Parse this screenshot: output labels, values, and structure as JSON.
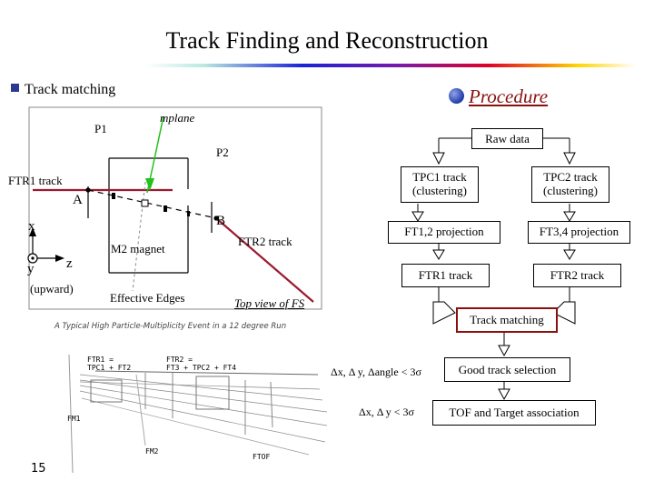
{
  "title": "Track Finding and Reconstruction",
  "section": "Track matching",
  "procedure": "Procedure",
  "diagram": {
    "p1": "P1",
    "mplane": "mplane",
    "p2": "P2",
    "ftr1": "FTR1 track",
    "a": "A",
    "b": "B",
    "x": "x",
    "y": "y",
    "z": "z",
    "upward": "(upward)",
    "magnet": "M2 magnet",
    "edges": "Effective Edges",
    "ftr2": "FTR2 track",
    "topview": "Top view of FS"
  },
  "flow": {
    "raw": "Raw data",
    "tpc1": "TPC1 track (clustering)",
    "tpc2": "TPC2 track (clustering)",
    "ft12": "FT1,2 projection",
    "ft34": "FT3,4 projection",
    "ftr1": "FTR1 track",
    "ftr2": "FTR2 track",
    "matching": "Track matching",
    "good": "Good track selection",
    "tof": "TOF and Target association",
    "cond1": "Δx, Δ y, Δangle < 3σ",
    "cond2": "Δx, Δ y < 3σ"
  },
  "event": {
    "caption": "A Typical High Particle-Multiplicity Event in a 12 degree Run",
    "ftr1": "FTR1 =",
    "ftr1b": "TPC1 + FT2",
    "ftr2": "FTR2 =",
    "ftr2b": "FT3 + TPC2 + FT4",
    "fm1": "FM1",
    "fm2": "FM2",
    "ftof": "FTOF"
  },
  "page": "15",
  "colors": {
    "ftr_line": "#9b1b30",
    "green_marker": "#21c21a",
    "procedure": "#8a1010",
    "matching_box": "#8a1010"
  }
}
